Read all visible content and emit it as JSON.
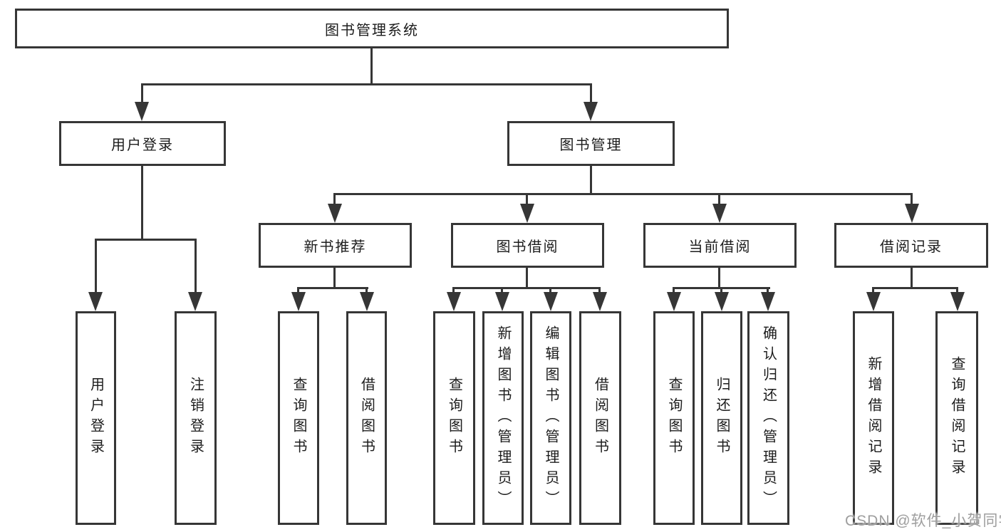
{
  "diagram": {
    "title": "图书管理系统",
    "type": "hierarchy-tree"
  },
  "nodes": {
    "root": "图书管理系统",
    "user_login": "用户登录",
    "book_management": "图书管理",
    "new_book_recommend": "新书推荐",
    "book_borrowing": "图书借阅",
    "current_borrowing": "当前借阅",
    "borrowing_records": "借阅记录",
    "leaf_user_login": "用户登录",
    "leaf_logout": "注销登录",
    "leaf_query_books_a": "查询图书",
    "leaf_borrow_books_a": "借阅图书",
    "leaf_query_books_b": "查询图书",
    "leaf_add_book_admin": "新增图书（管理员）",
    "leaf_edit_book_admin": "编辑图书（管理员）",
    "leaf_borrow_books_b": "借阅图书",
    "leaf_query_books_c": "查询图书",
    "leaf_return_books": "归还图书",
    "leaf_confirm_return_admin": "确认归还（管理员）",
    "leaf_add_borrow_record": "新增借阅记录",
    "leaf_query_borrow_record": "查询借阅记录"
  },
  "structure": {
    "图书管理系统": {
      "用户登录": [
        "用户登录",
        "注销登录"
      ],
      "图书管理": {
        "新书推荐": [
          "查询图书",
          "借阅图书"
        ],
        "图书借阅": [
          "查询图书",
          "新增图书（管理员）",
          "编辑图书（管理员）",
          "借阅图书"
        ],
        "当前借阅": [
          "查询图书",
          "归还图书",
          "确认归还（管理员）"
        ],
        "借阅记录": [
          "新增借阅记录",
          "查询借阅记录"
        ]
      }
    }
  },
  "watermark": {
    "text": "CSDN @软件_小贺同学"
  },
  "colors": {
    "background": "#ffffff",
    "line": "#363636",
    "text": "#1c1c1c",
    "watermark": "#9e9e9e"
  }
}
